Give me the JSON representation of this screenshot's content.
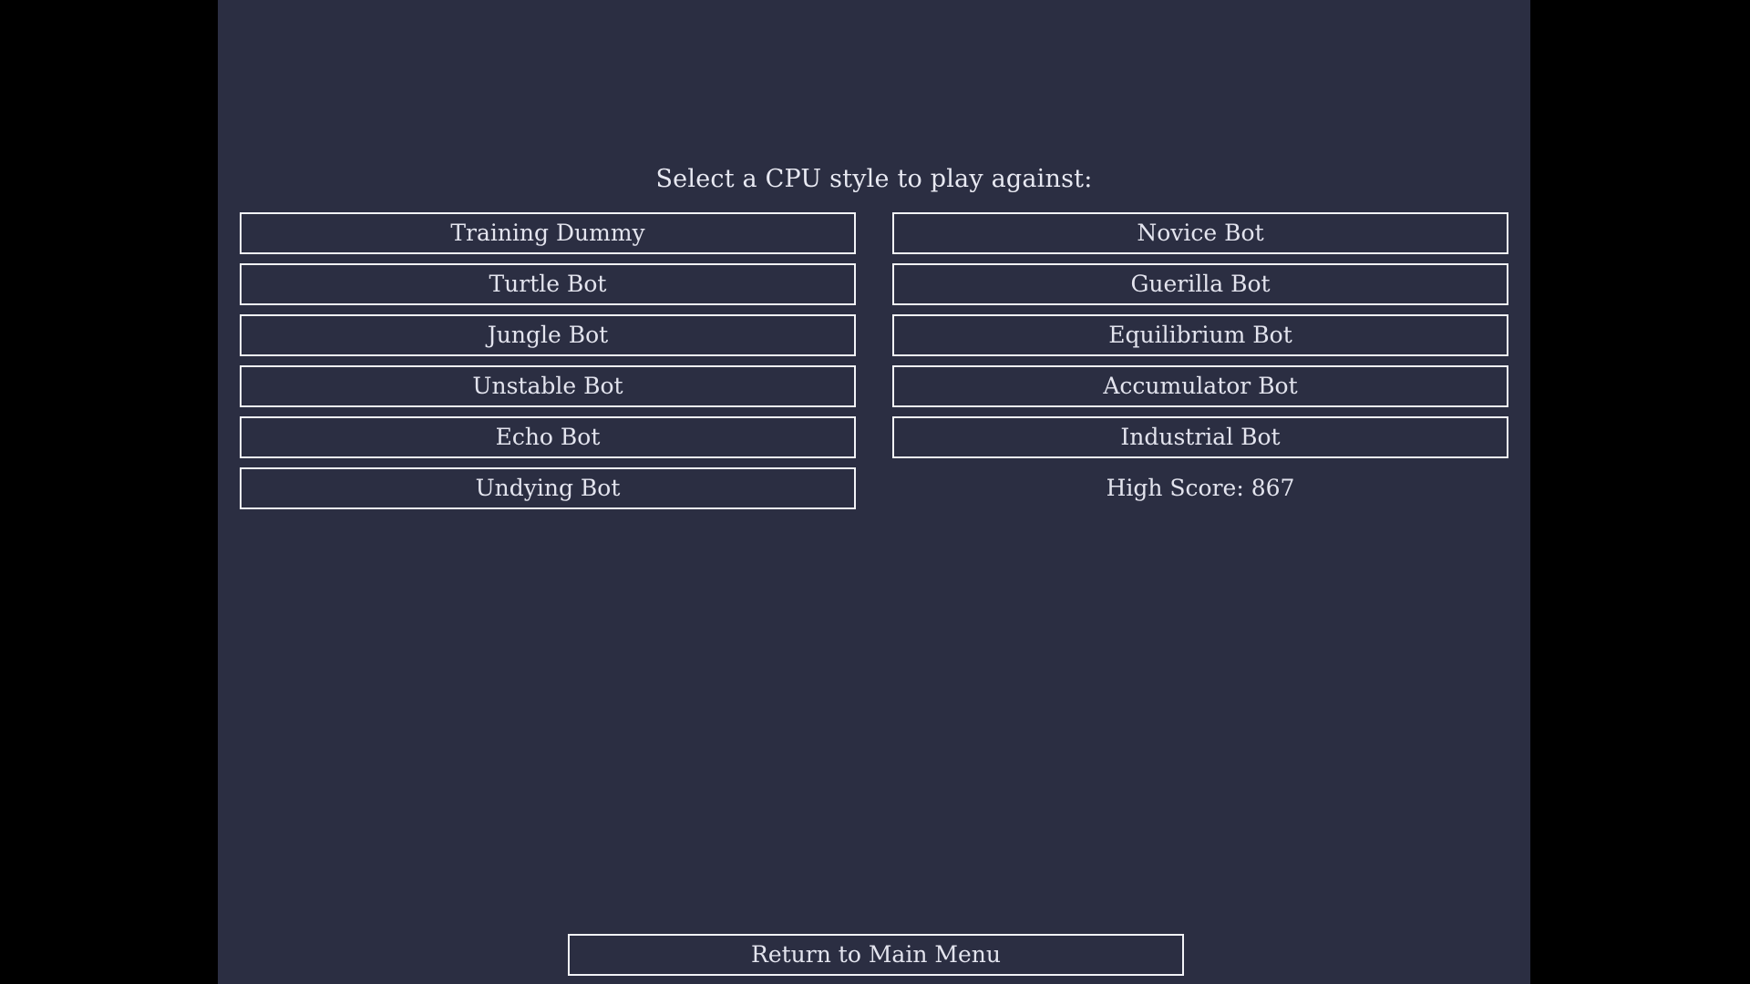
{
  "screen": {
    "background_color": "#000000",
    "viewport_color": "#2b2e42",
    "text_color": "#e3e4ee",
    "border_color": "#f2f3f7"
  },
  "title": "Select a CPU style to play against:",
  "menu": {
    "left_column": [
      {
        "label": "Training Dummy"
      },
      {
        "label": "Turtle Bot"
      },
      {
        "label": "Jungle Bot"
      },
      {
        "label": "Unstable Bot"
      },
      {
        "label": "Echo Bot"
      },
      {
        "label": "Undying Bot"
      }
    ],
    "right_column": [
      {
        "label": "Novice Bot"
      },
      {
        "label": "Guerilla Bot"
      },
      {
        "label": "Equilibrium Bot"
      },
      {
        "label": "Accumulator Bot"
      },
      {
        "label": "Industrial Bot"
      }
    ]
  },
  "high_score": "High Score: 867",
  "footer": {
    "return_label": "Return to Main Menu"
  }
}
